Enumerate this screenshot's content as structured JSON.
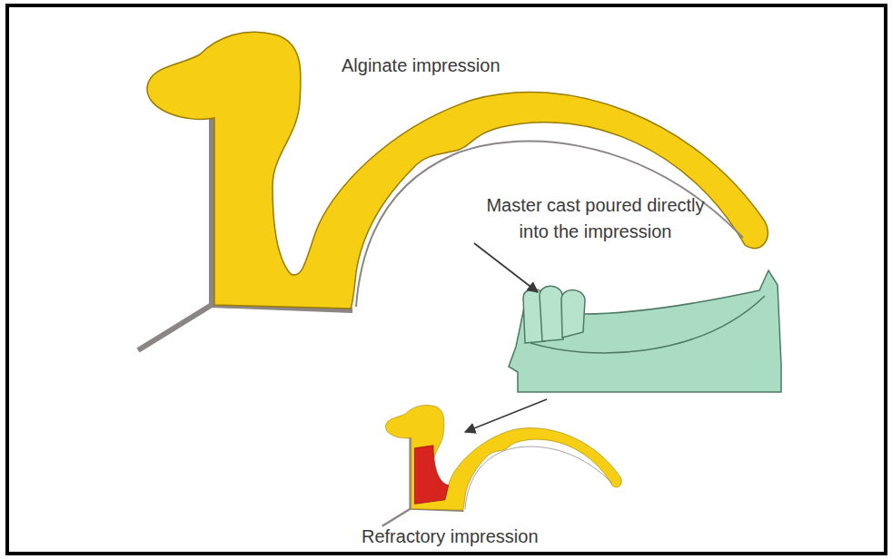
{
  "diagram": {
    "labels": [
      "Alginate impression",
      "Master cast poured directly into the impression",
      "Refractory impression"
    ]
  }
}
